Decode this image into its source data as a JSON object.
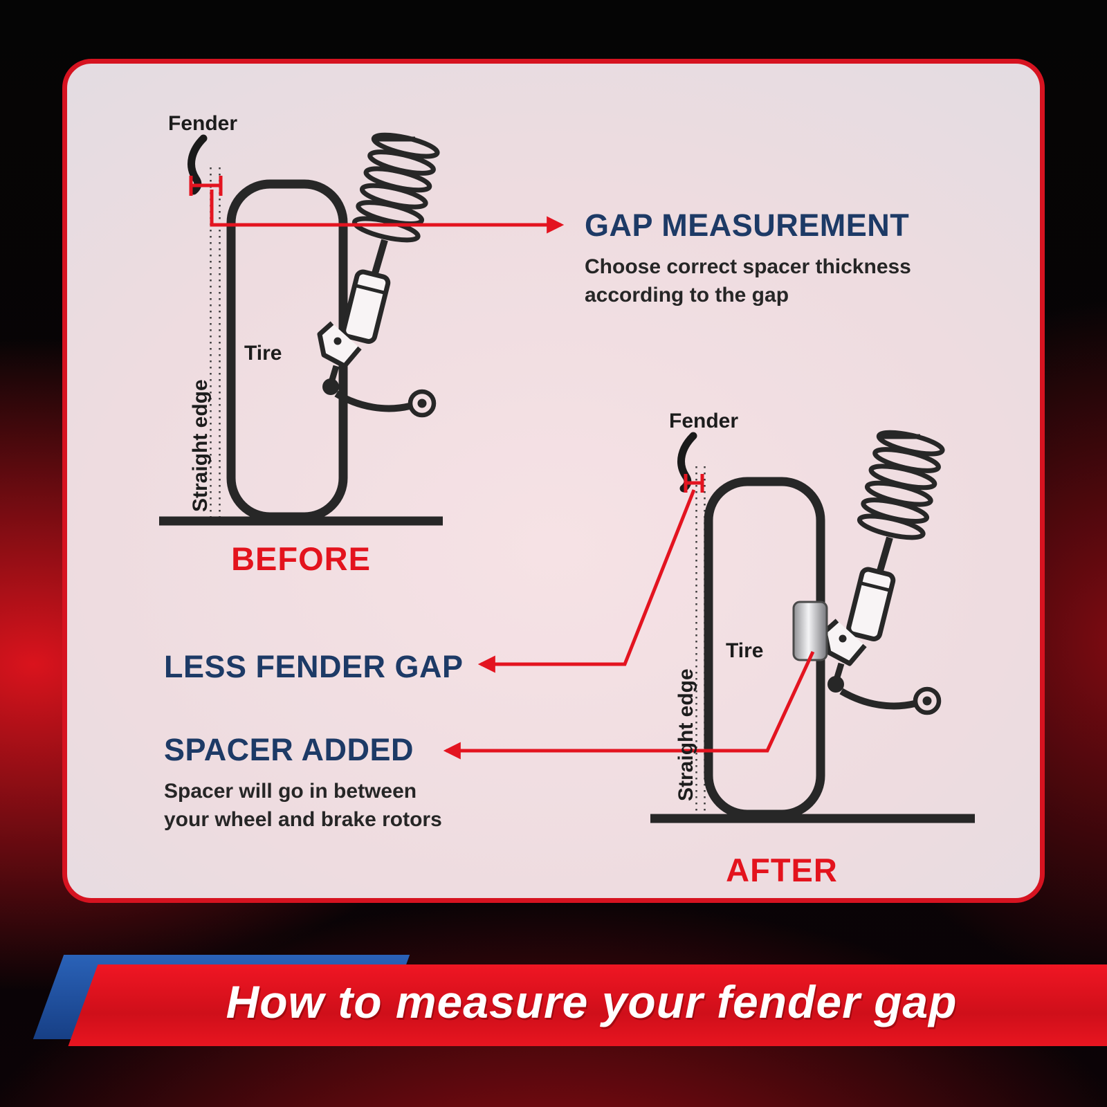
{
  "colors": {
    "accent_red": "#e31420",
    "heading_blue": "#1d3a66",
    "dark_text": "#262626",
    "panel_border_red": "#d61320",
    "banner_blue": "#1d4fa3",
    "banner_red": "#e01019",
    "line_art": "#272727"
  },
  "diagrams": {
    "before": {
      "caption": "BEFORE",
      "fender_label": "Fender",
      "tire_label": "Tire",
      "straight_edge_label": "Straight edge"
    },
    "after": {
      "caption": "AFTER",
      "fender_label": "Fender",
      "tire_label": "Tire",
      "straight_edge_label": "Straight edge"
    }
  },
  "annotations": {
    "gap_measurement": {
      "title": "GAP MEASUREMENT",
      "line1": "Choose correct spacer thickness",
      "line2": "according to the gap"
    },
    "less_fender_gap": {
      "title": "LESS FENDER GAP"
    },
    "spacer_added": {
      "title": "SPACER ADDED",
      "line1": "Spacer will go in between",
      "line2": "your wheel and brake rotors"
    }
  },
  "footer": {
    "title": "How to measure your fender gap"
  }
}
